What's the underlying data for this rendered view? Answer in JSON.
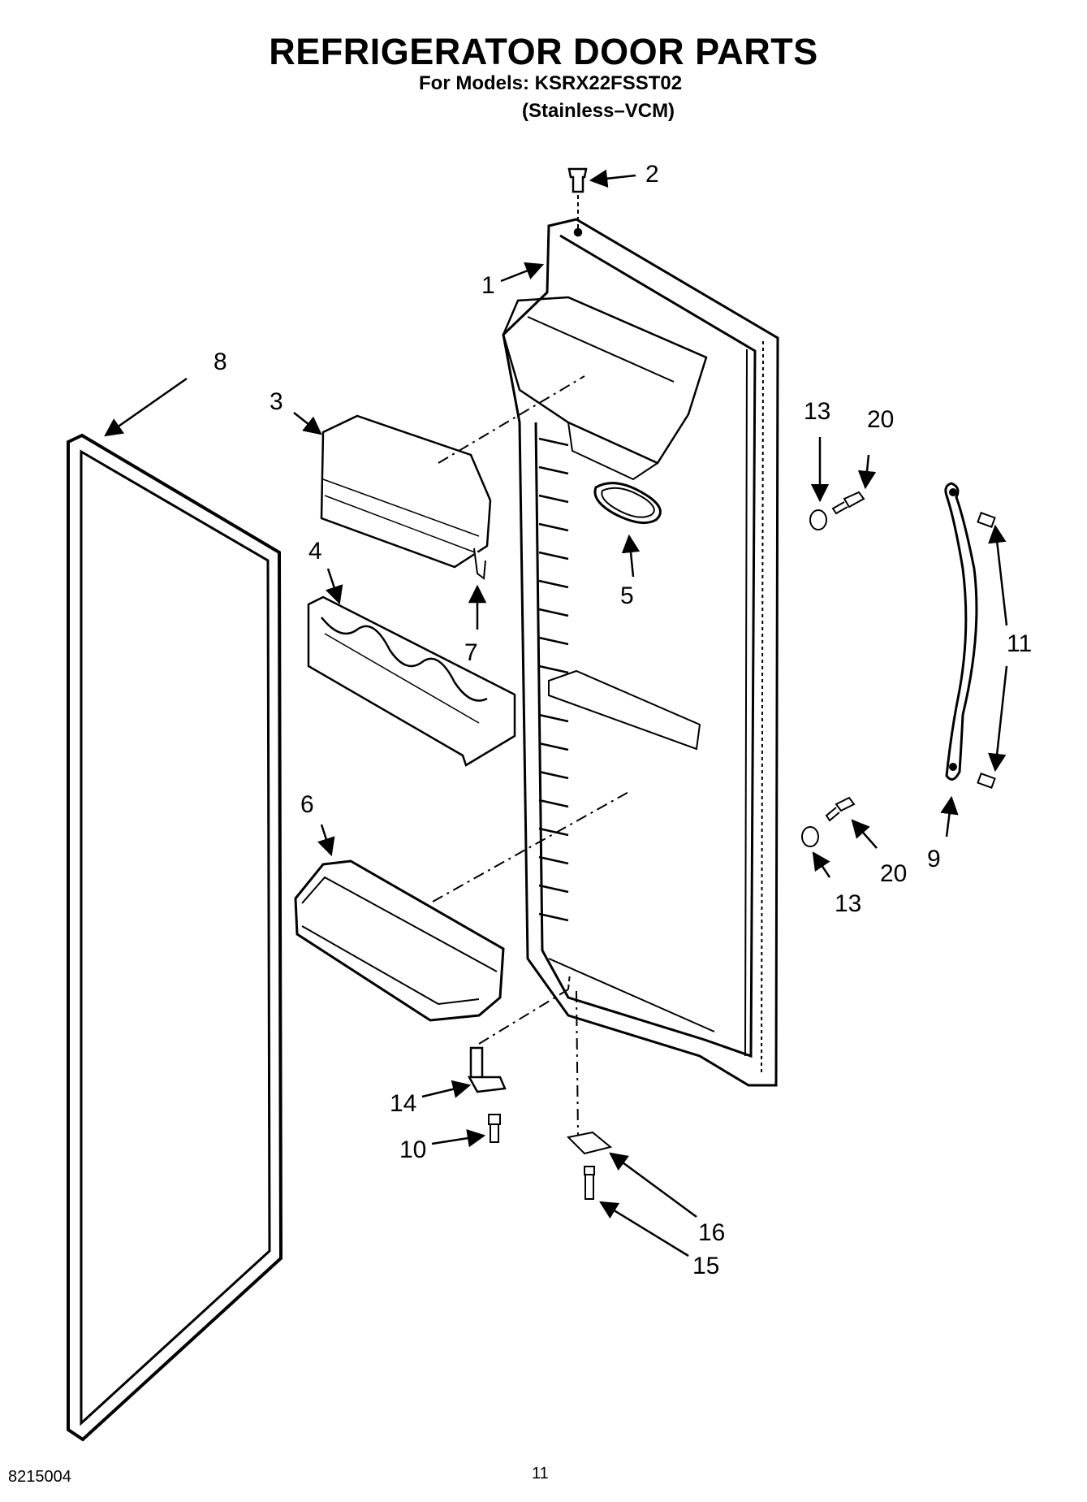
{
  "header": {
    "title": "REFRIGERATOR DOOR PARTS",
    "models_line": "For Models: KSRX22FSST02",
    "finish_line": "(Stainless–VCM)"
  },
  "callouts": {
    "c1": "1",
    "c2": "2",
    "c3": "3",
    "c4": "4",
    "c5": "5",
    "c6": "6",
    "c7": "7",
    "c8": "8",
    "c9": "9",
    "c10": "10",
    "c11": "11",
    "c13a": "13",
    "c13b": "13",
    "c14": "14",
    "c15": "15",
    "c16": "16",
    "c20a": "20",
    "c20b": "20"
  },
  "footer": {
    "doc_number": "8215004",
    "page_number": "11"
  }
}
